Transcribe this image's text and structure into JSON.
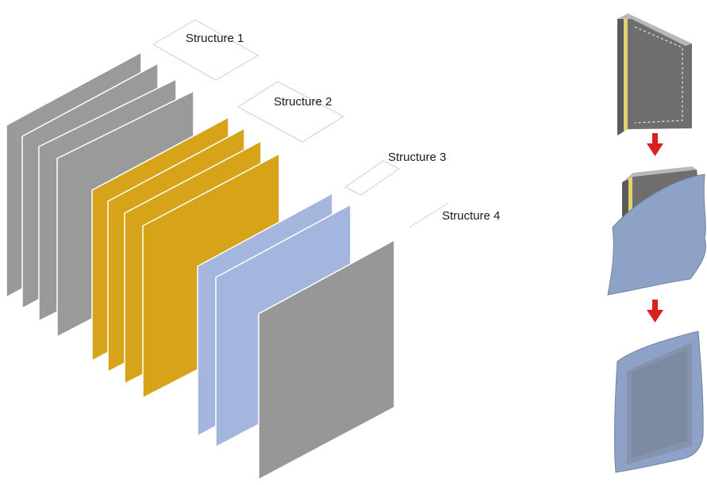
{
  "labels": {
    "structure_1": "Structure 1",
    "structure_2": "Structure 2",
    "structure_3": "Structure 3",
    "structure_4": "Structure 4"
  },
  "colors": {
    "gray_sheet": "#9a9a9a",
    "gold_sheet": "#d6a319",
    "blue_sheet": "#a4b6dd",
    "dark_gray_sheet": "#979797",
    "bag": "#8ea2c8",
    "arrow": "#d9201c",
    "panel_face": "#6e6e6e",
    "panel_stripe": "#e3d26b"
  }
}
